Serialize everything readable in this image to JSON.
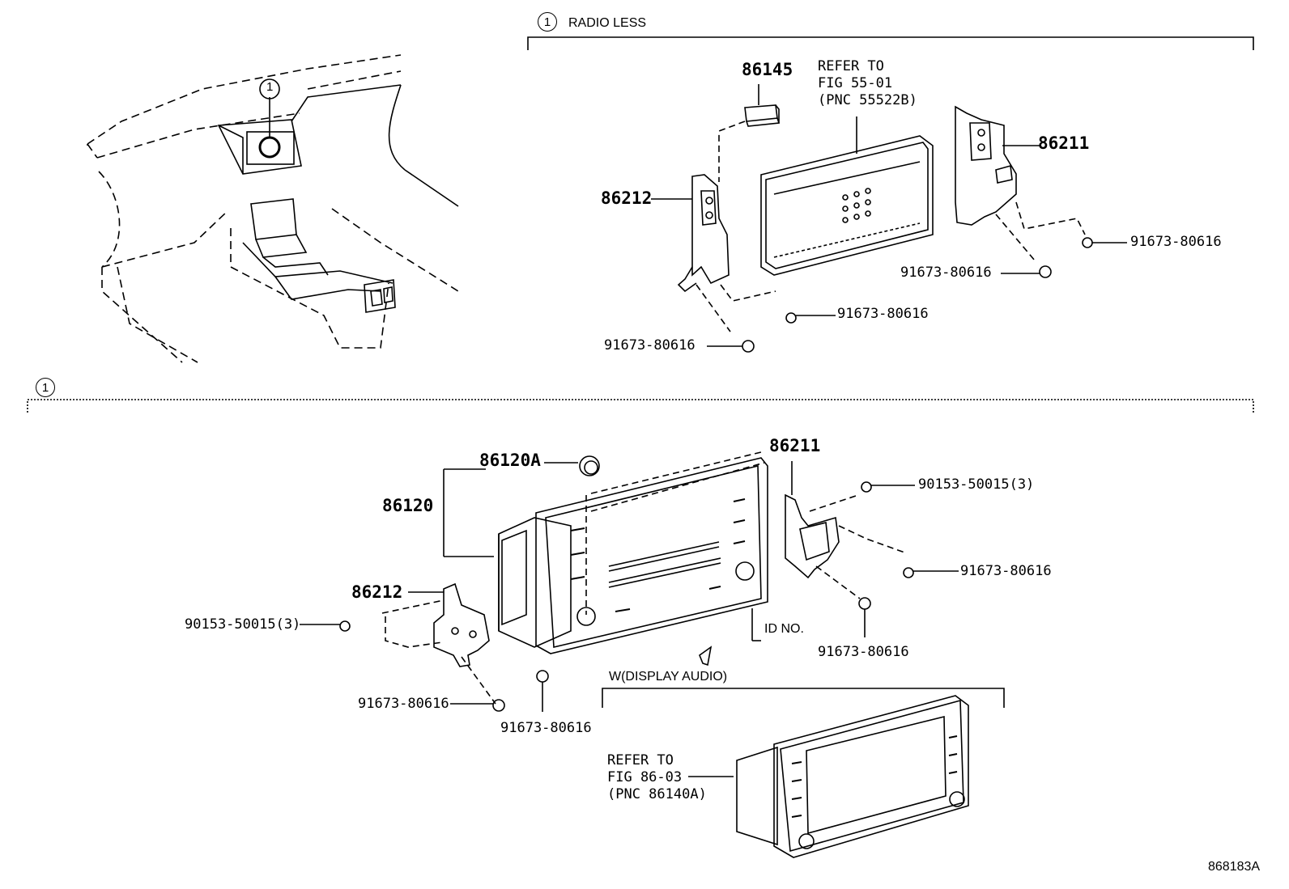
{
  "callouts": {
    "section_marker": "1",
    "radio_less_title": "RADIO LESS",
    "w_display_audio_title": "W(DISPLAY AUDIO)",
    "id_no": "ID NO.",
    "figure_code": "868183A"
  },
  "radio_less": {
    "part_86145": "86145",
    "refer_line1": "REFER TO",
    "refer_line2": "FIG 55-01",
    "refer_line3": "(PNC 55522B)",
    "part_86211": "86211",
    "part_86212": "86212",
    "bolt_a": "91673-80616",
    "bolt_b": "91673-80616",
    "bolt_c": "91673-80616",
    "bolt_d": "91673-80616"
  },
  "main": {
    "part_86120A": "86120A",
    "part_86120": "86120",
    "part_86211": "86211",
    "part_86212": "86212",
    "screw_right": "90153-50015(3)",
    "screw_left": "90153-50015(3)",
    "bolt_right_a": "91673-80616",
    "bolt_right_b": "91673-80616",
    "bolt_left_a": "91673-80616",
    "bolt_left_b": "91673-80616"
  },
  "display_audio": {
    "refer_line1": "REFER TO",
    "refer_line2": "FIG 86-03",
    "refer_line3": "(PNC 86140A)"
  }
}
